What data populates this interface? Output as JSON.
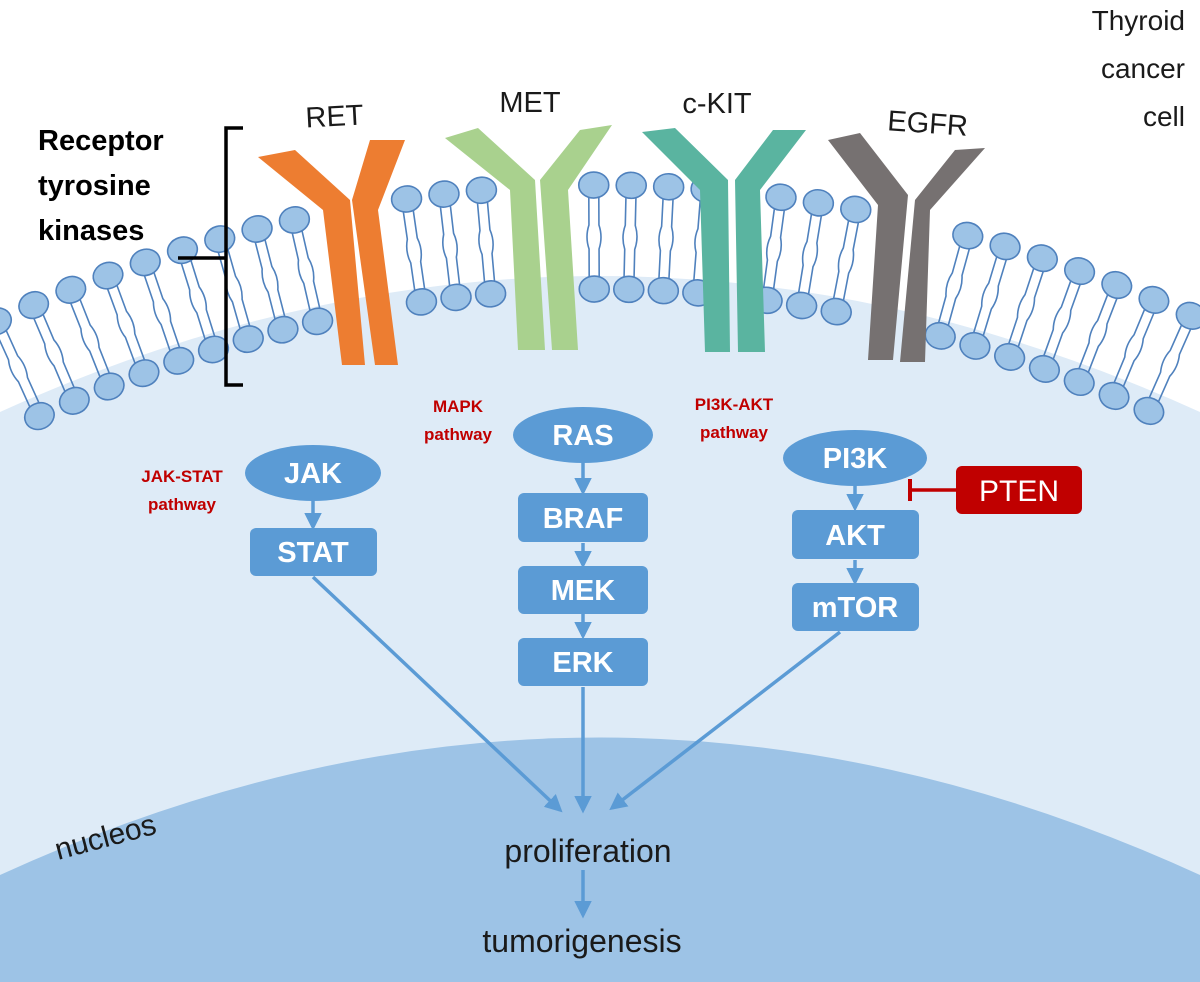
{
  "cell_label": [
    "Thyroid",
    "cancer",
    "cell"
  ],
  "rtk_label": [
    "Receptor",
    "tyrosine",
    "kinases"
  ],
  "receptors": [
    {
      "name": "RET",
      "color": "#ed7d31"
    },
    {
      "name": "MET",
      "color": "#a9d18e"
    },
    {
      "name": "c-KIT",
      "color": "#5ab4a0"
    },
    {
      "name": "EGFR",
      "color": "#767171"
    }
  ],
  "pathways": {
    "jak_stat": [
      "JAK-STAT",
      "pathway"
    ],
    "mapk": [
      "MAPK",
      "pathway"
    ],
    "pi3k_akt": [
      "PI3K-AKT",
      "pathway"
    ]
  },
  "nodes": {
    "jak": "JAK",
    "stat": "STAT",
    "ras": "RAS",
    "braf": "BRAF",
    "mek": "MEK",
    "erk": "ERK",
    "pi3k": "PI3K",
    "akt": "AKT",
    "mtor": "mTOR",
    "pten": "PTEN"
  },
  "nucleus_label": "nucleos",
  "outcomes": {
    "proliferation": "proliferation",
    "tumorigenesis": "tumorigenesis"
  },
  "colors": {
    "cytoplasm": "#deebf7",
    "nucleus": "#9dc3e6",
    "node": "#5b9bd5",
    "arrow": "#5b9bd5",
    "inhibitor": "#c00000",
    "lipid_head": "#9dc3e6",
    "lipid_stroke": "#4f81bd"
  }
}
